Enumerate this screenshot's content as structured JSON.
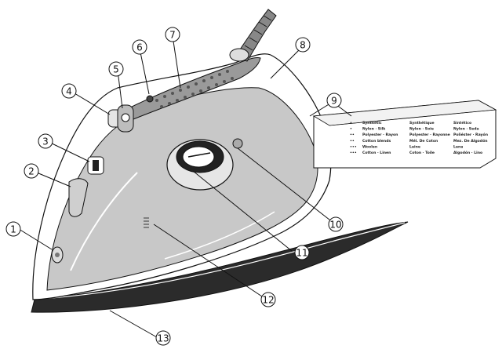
{
  "callouts": [
    {
      "id": "1",
      "label": "1"
    },
    {
      "id": "2",
      "label": "2"
    },
    {
      "id": "3",
      "label": "3"
    },
    {
      "id": "4",
      "label": "4"
    },
    {
      "id": "5",
      "label": "5"
    },
    {
      "id": "6",
      "label": "6"
    },
    {
      "id": "7",
      "label": "7"
    },
    {
      "id": "8",
      "label": "8"
    },
    {
      "id": "9",
      "label": "9"
    },
    {
      "id": "10",
      "label": "10"
    },
    {
      "id": "11",
      "label": "11"
    },
    {
      "id": "12",
      "label": "12"
    },
    {
      "id": "13",
      "label": "13"
    }
  ],
  "panel": {
    "col1": [
      "Synthetic",
      "Nylon · Silk",
      "Polyester · Rayon",
      "Cotton blends",
      "Woolen",
      "Cotton · Linen"
    ],
    "col2": [
      "Synthétique",
      "Nylon · Soie",
      "Polyester · Rayonne",
      "Mél. De Coton",
      "Laine",
      "Coton · Toile"
    ],
    "col3": [
      "Sintético",
      "Nylon · Seda",
      "Poliéster · Rayón",
      "Mez. De Algodón",
      "Lana",
      "Algodón · Lino"
    ]
  },
  "colors": {
    "body_shade": "#c8c8c8",
    "outline": "#111111",
    "plate": "#2b2b2b",
    "background": "#ffffff"
  }
}
